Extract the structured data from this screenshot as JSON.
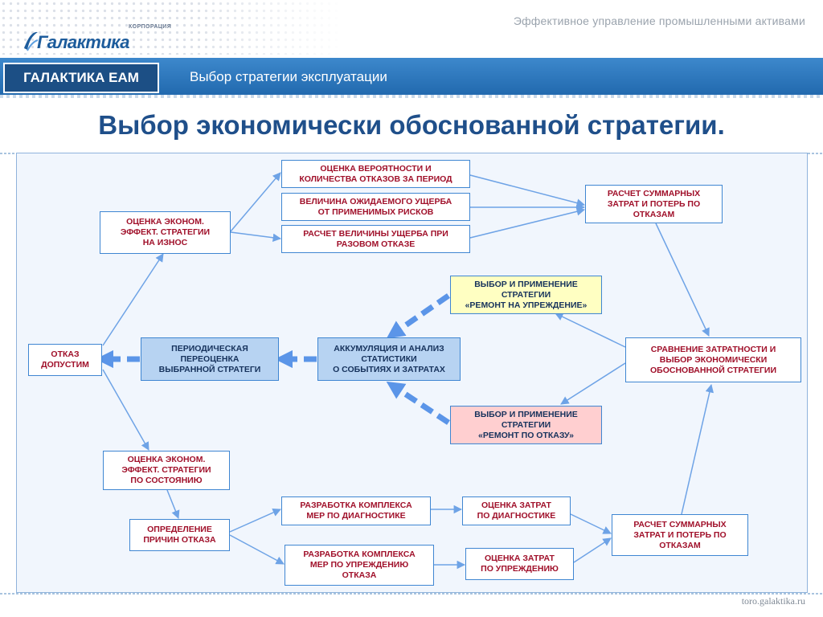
{
  "header": {
    "tagline": "Эффективное управление промышленными активами",
    "logo_corp": "КОРПОРАЦИЯ",
    "logo_name": "Галактика",
    "product": "ГАЛАКТИКА EAM",
    "section": "Выбор стратегии эксплуатации"
  },
  "title": "Выбор экономически обоснованной стратегии.",
  "footer": {
    "url": "toro.galaktika.ru"
  },
  "diagram": {
    "nodes": {
      "prob": "ОЦЕНКА ВЕРОЯТНОСТИ И\nКОЛИЧЕСТВА ОТКАЗОВ  ЗА ПЕРИОД",
      "expdmg": "ВЕЛИЧИНА  ОЖИДАЕМОГО УЩЕРБА\nОТ ПРИМЕНИМЫХ РИСКОВ",
      "onedmg": "РАСЧЕТ ВЕЛИЧИНЫ УЩЕРБА ПРИ\nРАЗОВОМ ОТКАЗЕ",
      "wear": "ОЦЕНКА  ЭКОНОМ.\nЭФФЕКТ. СТРАТЕГИИ\nНА ИЗНОС",
      "total1": "РАСЧЕТ СУММАРНЫХ\nЗАТРАТ И ПОТЕРЬ ПО\nОТКАЗАМ",
      "prevent": "ВЫБОР   И ПРИМЕНЕНИЕ\nСТРАТЕГИИ\n«РЕМОНТ НА УПРЕЖДЕНИЕ»",
      "failure": "ВЫБОР   И ПРИМЕНЕНИЕ\nСТРАТЕГИИ\n«РЕМОНТ ПО ОТКАЗУ»",
      "allowed": "ОТКАЗ\nДОПУСТИМ",
      "review": "ПЕРИОДИЧЕСКАЯ\nПЕРЕОЦЕНКА\nВЫБРАННОЙ  СТРАТЕГИ",
      "accum": "АККУМУЛЯЦИЯ  И АНАЛИЗ\nСТАТИСТИКИ\nО СОБЫТИЯХ И ЗАТРАТАХ",
      "compare": "СРАВНЕНИЕ ЗАТРАТНОСТИ  И\nВЫБОР ЭКОНОМИЧЕСКИ\nОБОСНОВАННОЙ СТРАТЕГИИ",
      "condition": "ОЦЕНКА  ЭКОНОМ.\nЭФФЕКТ. СТРАТЕГИИ\nПО СОСТОЯНИЮ",
      "causes": "ОПРЕДЕЛЕНИЕ\nПРИЧИН ОТКАЗА",
      "diagdev": "РАЗРАБОТКА КОМПЛЕКСА\nМЕР ПО ДИАГНОСТИКЕ",
      "prevdev": "РАЗРАБОТКА КОМПЛЕКСА\nМЕР ПО УПРЕЖДЕНИЮ\nОТКАЗА",
      "diagcost": "ОЦЕНКА  ЗАТРАТ\nПО ДИАГНОСТИКЕ",
      "prevcost": "ОЦЕНКА  ЗАТРАТ\nПО УПРЕЖДЕНИЮ",
      "total2": "РАСЧЕТ СУММАРНЫХ\nЗАТРАТ И ПОТЕРЬ ПО\nОТКАЗАМ"
    },
    "colors": {
      "arrow": "#6ea3e6",
      "dashed_arrow": "#5b95e8",
      "box_border": "#3f86d2",
      "text_red": "#a0102a",
      "text_navy": "#16325c",
      "fill_blue": "#b7d3f2",
      "fill_yellow": "#ffffc2",
      "fill_pink": "#ffcfd0"
    }
  }
}
